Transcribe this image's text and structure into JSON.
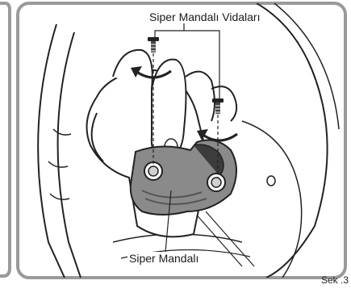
{
  "figure": {
    "callouts": {
      "screws_label": "Siper Mandalı Vidaları",
      "latch_label": "Siper Mandalı"
    },
    "figure_label": "Sek .3"
  }
}
